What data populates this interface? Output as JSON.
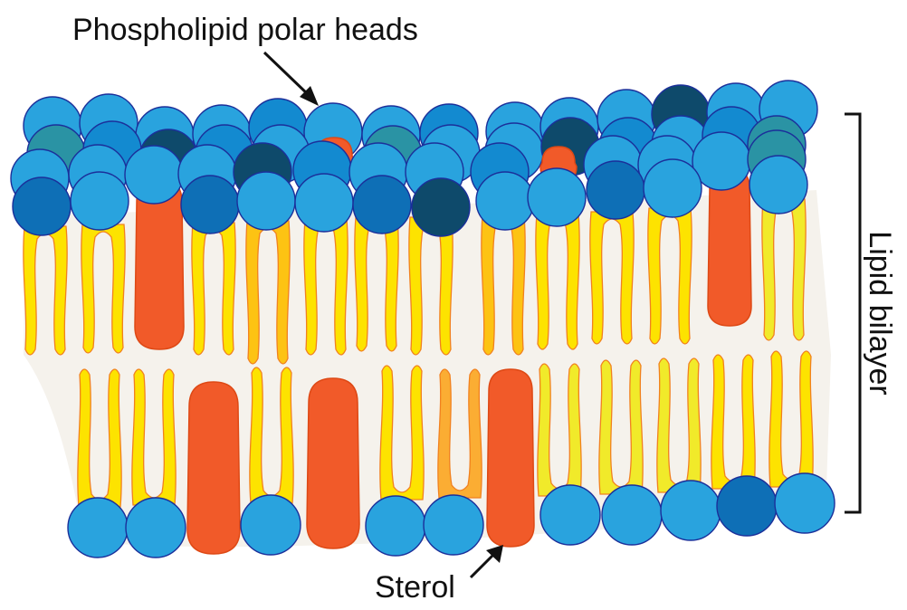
{
  "labels": {
    "top": "Phospholipid polar heads",
    "right": "Lipid bilayer",
    "bottom": "Sterol"
  },
  "colors": {
    "membrane_core": "#f5f2ec",
    "head_light": "#29a3de",
    "head_medium": "#138ad0",
    "head_deep": "#0e6fb6",
    "head_dark": "#0e4a6b",
    "head_teal": "#2a93a4",
    "head_stroke": "#1b2f9a",
    "tail_yellow": "#fde300",
    "tail_pale": "#f1ea2a",
    "tail_amber": "#fdc313",
    "tail_orange": "#fbad33",
    "tail_stroke": "#f1811f",
    "sterol_fill": "#f15a29",
    "sterol_stroke": "#de4915",
    "ink": "#111111"
  }
}
